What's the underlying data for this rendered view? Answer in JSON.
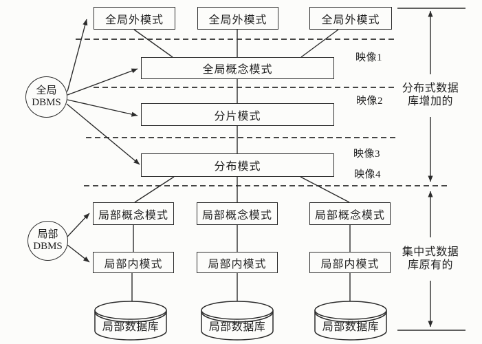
{
  "nodes": {
    "global_dbms": {
      "line1": "全局",
      "line2": "DBMS"
    },
    "local_dbms": {
      "line1": "局部",
      "line2": "DBMS"
    },
    "global_external_schema": "全局外模式",
    "global_conceptual_schema": "全局概念模式",
    "fragmentation_schema": "分片模式",
    "distribution_schema": "分布模式",
    "local_conceptual_schema": "局部概念模式",
    "local_internal_schema": "局部内模式",
    "local_database": "局部数据库"
  },
  "mappings": [
    "映像1",
    "映像2",
    "映像3",
    "映像4"
  ],
  "annotations": {
    "distributed": {
      "line1": "分布式数据",
      "line2": "库增加的"
    },
    "centralized": {
      "line1": "集中式数据",
      "line2": "库原有的"
    }
  },
  "colors": {
    "line": "#2b2b2b",
    "background": "#fcfcfa"
  }
}
